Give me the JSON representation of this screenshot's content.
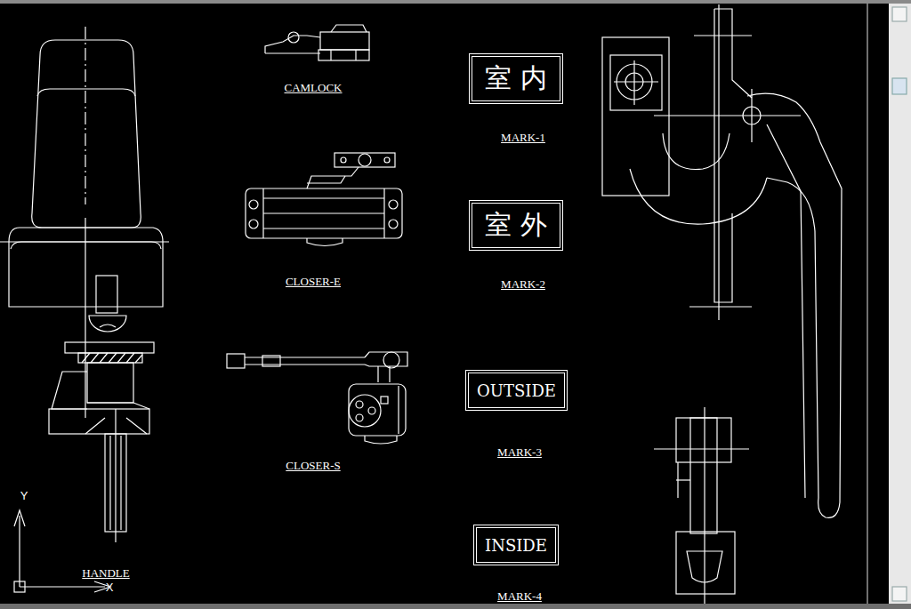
{
  "diagram": {
    "nodes": [
      {
        "text": [
          "室内"
        ]
      },
      {
        "text": [
          "室外"
        ]
      },
      {
        "text": [
          "OUTSIDE"
        ]
      },
      {
        "text": [
          "INSIDE"
        ]
      }
    ],
    "labels": [
      "CAMLOCK",
      "CLOSER-E",
      "CLOSER-S",
      "HANDLE",
      "MARK-1",
      "MARK-2",
      "MARK-3",
      "MARK-4",
      "Y",
      "X"
    ]
  }
}
